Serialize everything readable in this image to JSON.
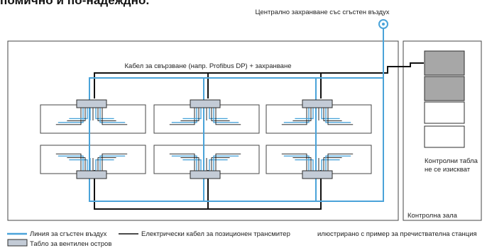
{
  "page": {
    "heading": "помично и по-надеждно."
  },
  "diagram": {
    "central_supply_label": "Централно захранване със сгъстен въздух",
    "cable_label": "Кабел за свързване (напр. Profibus DP) + захранване",
    "no_panels_label_line1": "Контролни табла",
    "no_panels_label_line2": "не се изискват",
    "control_room_label": "Контролна зала",
    "legend": {
      "air_line": "Линия за сгъстен въздух",
      "electric_cable": "Електрически кабел за позиционен трансмитер",
      "valve_island_panel": "Табло за вентилен остров",
      "note": "илюстрирано с пример за пречиствателна станция"
    },
    "colors": {
      "air": "#4aa3d9",
      "cable": "#111111",
      "panel_fill": "#c3cbd6",
      "panel_stroke": "#2c2c2c",
      "room_stroke": "#444444",
      "panel_dark": "#a7a7a7"
    }
  }
}
